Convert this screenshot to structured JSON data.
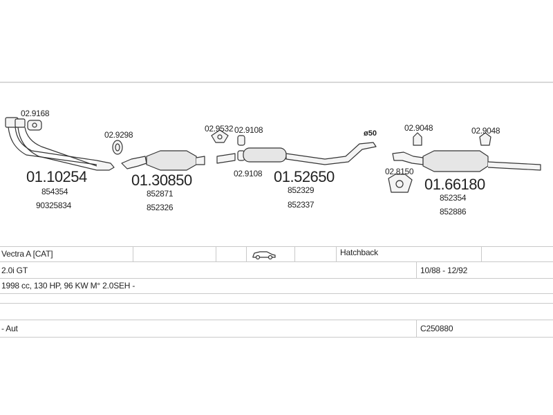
{
  "parts": [
    {
      "id": "manifold",
      "number": "01.10254",
      "refs": [
        "854354",
        "90325834"
      ]
    },
    {
      "id": "catalyst",
      "number": "01.30850",
      "refs": [
        "852871",
        "852326"
      ]
    },
    {
      "id": "middle-silencer",
      "number": "01.52650",
      "refs": [
        "852329",
        "852337"
      ]
    },
    {
      "id": "rear-silencer",
      "number": "01.66180",
      "refs": [
        "852354",
        "852886"
      ]
    }
  ],
  "accessories": [
    {
      "id": "gasket-front",
      "number": "02.9168"
    },
    {
      "id": "gasket-cat",
      "number": "02.9298"
    },
    {
      "id": "gasket-mid-a",
      "number": "02.9532"
    },
    {
      "id": "clamp-mid-b",
      "number": "02.9108"
    },
    {
      "id": "clamp-mid-c",
      "number": "02.9108"
    },
    {
      "id": "hanger-rear-a",
      "number": "02.9048"
    },
    {
      "id": "hanger-rear-b",
      "number": "02.9048"
    },
    {
      "id": "hanger-rear-c",
      "number": "02.8150"
    }
  ],
  "pipe_diameter": "ø50",
  "vehicle": {
    "model": "Vectra A  [CAT]",
    "body_icon": "car-icon",
    "body_type": "Hatchback",
    "engine_name": "2.0i GT",
    "years": "10/88 - 12/92",
    "engine_spec": "1998 cc, 130 HP, 96 KW M° 2.0SEH -",
    "transmission": "- Aut",
    "code": "C250880"
  }
}
